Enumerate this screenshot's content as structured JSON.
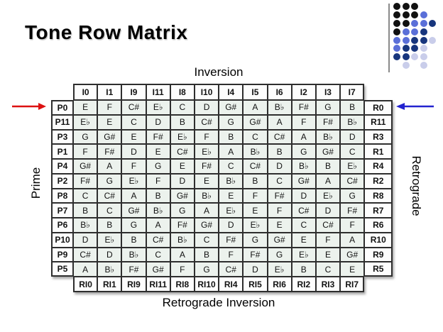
{
  "slide": {
    "title": "Tone Row Matrix",
    "axis_labels": {
      "top": "Inversion",
      "bottom": "Retrograde Inversion",
      "left": "Prime",
      "right": "Retrograde"
    }
  },
  "matrix": {
    "col_headers": [
      "I0",
      "I1",
      "I9",
      "I11",
      "I8",
      "I10",
      "I4",
      "I5",
      "I6",
      "I2",
      "I3",
      "I7"
    ],
    "col_footers": [
      "RI0",
      "RI1",
      "RI9",
      "RI11",
      "RI8",
      "RI10",
      "RI4",
      "RI5",
      "RI6",
      "RI2",
      "RI3",
      "RI7"
    ],
    "row_headers": [
      "P0",
      "P11",
      "P3",
      "P1",
      "P4",
      "P2",
      "P8",
      "P7",
      "P6",
      "P10",
      "P9",
      "P5"
    ],
    "row_footers": [
      "R0",
      "R11",
      "R3",
      "R1",
      "R4",
      "R2",
      "R8",
      "R7",
      "R6",
      "R10",
      "R9",
      "R5"
    ],
    "notes": [
      [
        "E",
        "F",
        "C#",
        "E♭",
        "C",
        "D",
        "G#",
        "A",
        "B♭",
        "F#",
        "G",
        "B"
      ],
      [
        "E♭",
        "E",
        "C",
        "D",
        "B",
        "C#",
        "G",
        "G#",
        "A",
        "F",
        "F#",
        "B♭"
      ],
      [
        "G",
        "G#",
        "E",
        "F#",
        "E♭",
        "F",
        "B",
        "C",
        "C#",
        "A",
        "B♭",
        "D"
      ],
      [
        "F",
        "F#",
        "D",
        "E",
        "C#",
        "E♭",
        "A",
        "B♭",
        "B",
        "G",
        "G#",
        "C"
      ],
      [
        "G#",
        "A",
        "F",
        "G",
        "E",
        "F#",
        "C",
        "C#",
        "D",
        "B♭",
        "B",
        "E♭"
      ],
      [
        "F#",
        "G",
        "E♭",
        "F",
        "D",
        "E",
        "B♭",
        "B",
        "C",
        "G#",
        "A",
        "C#"
      ],
      [
        "C",
        "C#",
        "A",
        "B",
        "G#",
        "B♭",
        "E",
        "F",
        "F#",
        "D",
        "E♭",
        "G"
      ],
      [
        "B",
        "C",
        "G#",
        "B♭",
        "G",
        "A",
        "E♭",
        "E",
        "F",
        "C#",
        "D",
        "F#"
      ],
      [
        "B♭",
        "B",
        "G",
        "A",
        "F#",
        "G#",
        "D",
        "E♭",
        "E",
        "C",
        "C#",
        "F"
      ],
      [
        "D",
        "E♭",
        "B",
        "C#",
        "B♭",
        "C",
        "F#",
        "G",
        "G#",
        "E",
        "F",
        "A"
      ],
      [
        "C#",
        "D",
        "B♭",
        "C",
        "A",
        "B",
        "F",
        "F#",
        "G",
        "E♭",
        "E",
        "G#"
      ],
      [
        "A",
        "B♭",
        "F#",
        "G#",
        "F",
        "G",
        "C#",
        "D",
        "E♭",
        "B",
        "C",
        "E"
      ]
    ]
  },
  "arrows": {
    "prime_row_color": "#dd1111",
    "retrograde_row_color": "#2323cf"
  },
  "decoration": {
    "dot_palette": {
      "k": "#111111",
      "b": "#5a6fd8",
      "n": "#17357d",
      "l": "#c9cdea"
    },
    "dot_grid": [
      [
        "k",
        "k",
        "k",
        "",
        ""
      ],
      [
        "k",
        "k",
        "k",
        "b",
        ""
      ],
      [
        "k",
        "k",
        "b",
        "b",
        "n"
      ],
      [
        "k",
        "b",
        "b",
        "n",
        ""
      ],
      [
        "b",
        "b",
        "n",
        "n",
        "l"
      ],
      [
        "b",
        "n",
        "n",
        "l",
        ""
      ],
      [
        "n",
        "n",
        "l",
        "l",
        ""
      ],
      [
        "",
        "l",
        "",
        "l",
        ""
      ]
    ]
  },
  "colors": {
    "note_cell_bg": "#ecf2ed",
    "label_cell_bg": "#fdfdfd",
    "grid_border": "#2e2e2e"
  }
}
